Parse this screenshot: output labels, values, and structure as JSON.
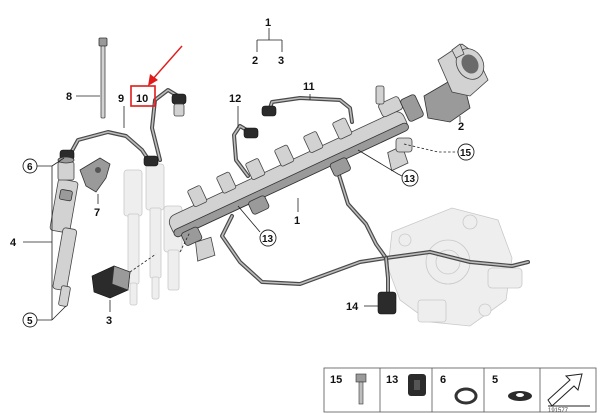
{
  "callouts": {
    "c1_top": "1",
    "c2_top": "2",
    "c3_top": "3",
    "c1_rail": "1",
    "c2_sensor": "2",
    "c3_sensor": "3",
    "c4": "4",
    "c5": "5",
    "c6": "6",
    "c7": "7",
    "c8": "8",
    "c9": "9",
    "c10": "10",
    "c11": "11",
    "c12": "12",
    "c13_a": "13",
    "c13_b": "13",
    "c14": "14",
    "c15": "15"
  },
  "legend": {
    "item15": "15",
    "item13": "13",
    "item6": "6",
    "item5": "5"
  },
  "reference_number": "191577",
  "colors": {
    "highlight_box": "#e01b1b",
    "arrow": "#e01b1b",
    "pipe": "#4a4a4a",
    "ghost": "#eeeeee"
  }
}
